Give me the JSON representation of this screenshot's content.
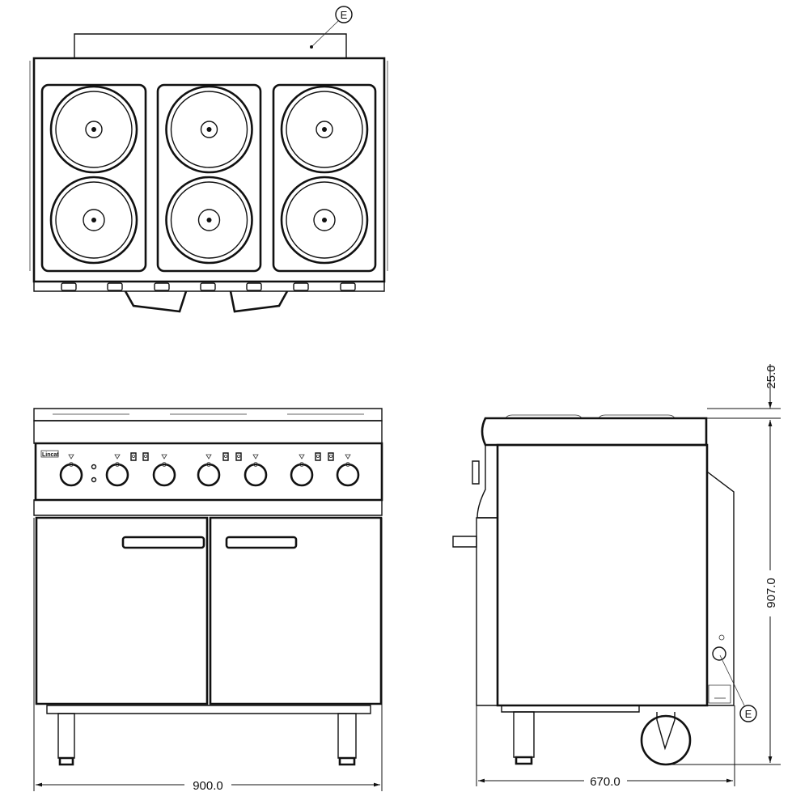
{
  "drawing": {
    "top_view": {
      "callout": "E",
      "hotplate_count": 6
    },
    "front_view": {
      "brand_logo": "Lincat",
      "width_dimension": "900.0",
      "knob_count": 7,
      "door_count": 2
    },
    "side_view": {
      "callout": "E",
      "depth_dimension": "670.0",
      "height_dimension": "907.0",
      "upstand_dimension": "25.0"
    }
  }
}
